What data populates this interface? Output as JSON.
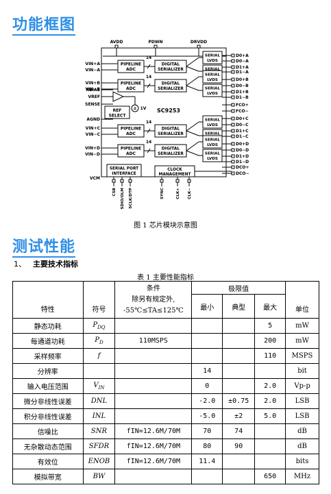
{
  "section1_title": "功能框图",
  "diagram": {
    "top_pins": [
      "AVDD",
      "PDWN",
      "DRVDD"
    ],
    "left_pins": [
      "VIN+A",
      "VIN−A",
      "VIN+B",
      "VIN−B",
      "RBIAS",
      "VREF",
      "SENSE",
      "AGND",
      "VIN+C",
      "VIN−C",
      "VIN+D",
      "VIN−D",
      "VCM"
    ],
    "right_pins": [
      "D0+A",
      "D0−A",
      "D1+A",
      "D1−A",
      "D0+B",
      "D0−B",
      "D1+B",
      "D1−B",
      "FCO+",
      "FCO−",
      "D0+C",
      "D0−C",
      "D1+C",
      "D1−C",
      "D0+D",
      "D0−D",
      "D1+D",
      "D1−D",
      "DCO+",
      "DCO−"
    ],
    "bottom_pins": [
      "CSB",
      "SDIO/OLM",
      "SCLK/DTP",
      "SYNC",
      "CLK+",
      "CLK−"
    ],
    "adc_line1": "PIPELINE",
    "adc_line2": "ADC",
    "ser_line1": "DIGITAL",
    "ser_line2": "SERIALIZER",
    "bus_width": "14",
    "lvds_line1": "SERIAL",
    "lvds_line2": "LVDS",
    "ref_line1": "REF",
    "ref_line2": "SELECT",
    "ref_voltage": "1V",
    "chip_name": "SC9253",
    "spi_line1": "SERIAL PORT",
    "spi_line2": "INTERFACE",
    "clk_line1": "CLOCK",
    "clk_line2": "MANAGEMENT"
  },
  "figure_caption": "图 1  芯片模块示意图",
  "section2_title": "测试性能",
  "subsection": {
    "number": "1、",
    "title": "主要技术指标"
  },
  "table_caption": "表 1  主要性能指标",
  "table": {
    "header": {
      "param": "特性",
      "symbol": "符号",
      "cond_title": "条件",
      "cond_line1": "除另有规定外,",
      "cond_line2": "-55℃≤TA≤125℃",
      "limits": "极限值",
      "min": "最小",
      "typ": "典型",
      "max": "最大",
      "unit": "单位"
    },
    "rows": [
      {
        "param": "静态功耗",
        "sym": "P",
        "sub": "DQ",
        "cond": "",
        "min": "",
        "typ": "",
        "max": "5",
        "unit": "mW"
      },
      {
        "param": "每通道功耗",
        "sym": "P",
        "sub": "D",
        "cond": "110MSPS",
        "min": "",
        "typ": "",
        "max": "200",
        "unit": "mW"
      },
      {
        "param": "采样频率",
        "sym": "f",
        "sub": "",
        "cond": "",
        "min": "",
        "typ": "",
        "max": "110",
        "unit": "MSPS"
      },
      {
        "param": "分辨率",
        "sym": "",
        "sub": "",
        "cond": "",
        "min": "14",
        "typ": "",
        "max": "",
        "unit": "bit"
      },
      {
        "param": "输入电压范围",
        "sym": "V",
        "sub": "IN",
        "cond": "",
        "min": "0",
        "typ": "",
        "max": "2.0",
        "unit": "Vp-p"
      },
      {
        "param": "微分非线性误差",
        "sym": "DNL",
        "sub": "",
        "cond": "",
        "min": "-2.0",
        "typ": "±0.75",
        "max": "2.0",
        "unit": "LSB"
      },
      {
        "param": "积分非线性误差",
        "sym": "INL",
        "sub": "",
        "cond": "",
        "min": "-5.0",
        "typ": "±2",
        "max": "5.0",
        "unit": "LSB"
      },
      {
        "param": "信噪比",
        "sym": "SNR",
        "sub": "",
        "cond": "fIN=12.6M/70M",
        "min": "70",
        "typ": "74",
        "max": "",
        "unit": "dB"
      },
      {
        "param": "无杂散动态范围",
        "sym": "SFDR",
        "sub": "",
        "cond": "fIN=12.6M/70M",
        "min": "80",
        "typ": "90",
        "max": "",
        "unit": "dB"
      },
      {
        "param": "有效位",
        "sym": "ENOB",
        "sub": "",
        "cond": "fIN=12.6M/70M",
        "min": "11.4",
        "typ": "",
        "max": "",
        "unit": "bits"
      },
      {
        "param": "模拟带宽",
        "sym": "BW",
        "sub": "",
        "cond": "",
        "min": "",
        "typ": "",
        "max": "650",
        "unit": "MHz"
      }
    ]
  }
}
